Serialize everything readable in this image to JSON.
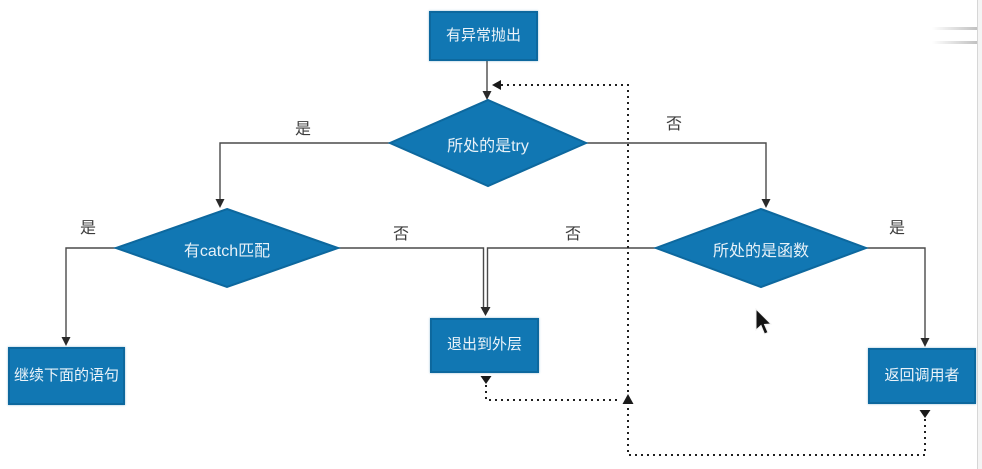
{
  "flowchart": {
    "title_context": "exception-propagation-flowchart",
    "nodes": {
      "start": {
        "label": "有异常抛出",
        "type": "process"
      },
      "decision_try": {
        "label": "所处的是try",
        "type": "decision"
      },
      "decision_catch": {
        "label": "有catch匹配",
        "type": "decision"
      },
      "decision_function": {
        "label": "所处的是函数",
        "type": "decision"
      },
      "continue_stmt": {
        "label": "继续下面的语句",
        "type": "process"
      },
      "exit_outer": {
        "label": "退出到外层",
        "type": "process"
      },
      "return_caller": {
        "label": "返回调用者",
        "type": "process"
      }
    },
    "edge_labels": {
      "try_yes": "是",
      "try_no": "否",
      "catch_yes": "是",
      "catch_no": "否",
      "function_no": "否",
      "function_yes": "是"
    },
    "edges": [
      {
        "from": "start",
        "to": "decision_try",
        "style": "solid"
      },
      {
        "from": "decision_try",
        "to": "decision_catch",
        "label": "是",
        "style": "solid"
      },
      {
        "from": "decision_try",
        "to": "decision_function",
        "label": "否",
        "style": "solid"
      },
      {
        "from": "decision_catch",
        "to": "continue_stmt",
        "label": "是",
        "style": "solid"
      },
      {
        "from": "decision_catch",
        "to": "exit_outer",
        "label": "否",
        "style": "solid"
      },
      {
        "from": "decision_function",
        "to": "exit_outer",
        "label": "否",
        "style": "solid"
      },
      {
        "from": "decision_function",
        "to": "return_caller",
        "label": "是",
        "style": "solid"
      },
      {
        "from": "exit_outer",
        "to": "decision_try",
        "style": "dotted-loop"
      },
      {
        "from": "return_caller",
        "to": "decision_try",
        "style": "dotted-loop"
      }
    ],
    "colors": {
      "node_fill": "#1177b3",
      "node_border": "#0d689e",
      "node_text": "#ecf4fa",
      "solid_line": "#4a4a4a",
      "dotted_line": "#1f1f1f",
      "edge_label_text": "#3d3d3d",
      "background": "#ffffff"
    }
  }
}
